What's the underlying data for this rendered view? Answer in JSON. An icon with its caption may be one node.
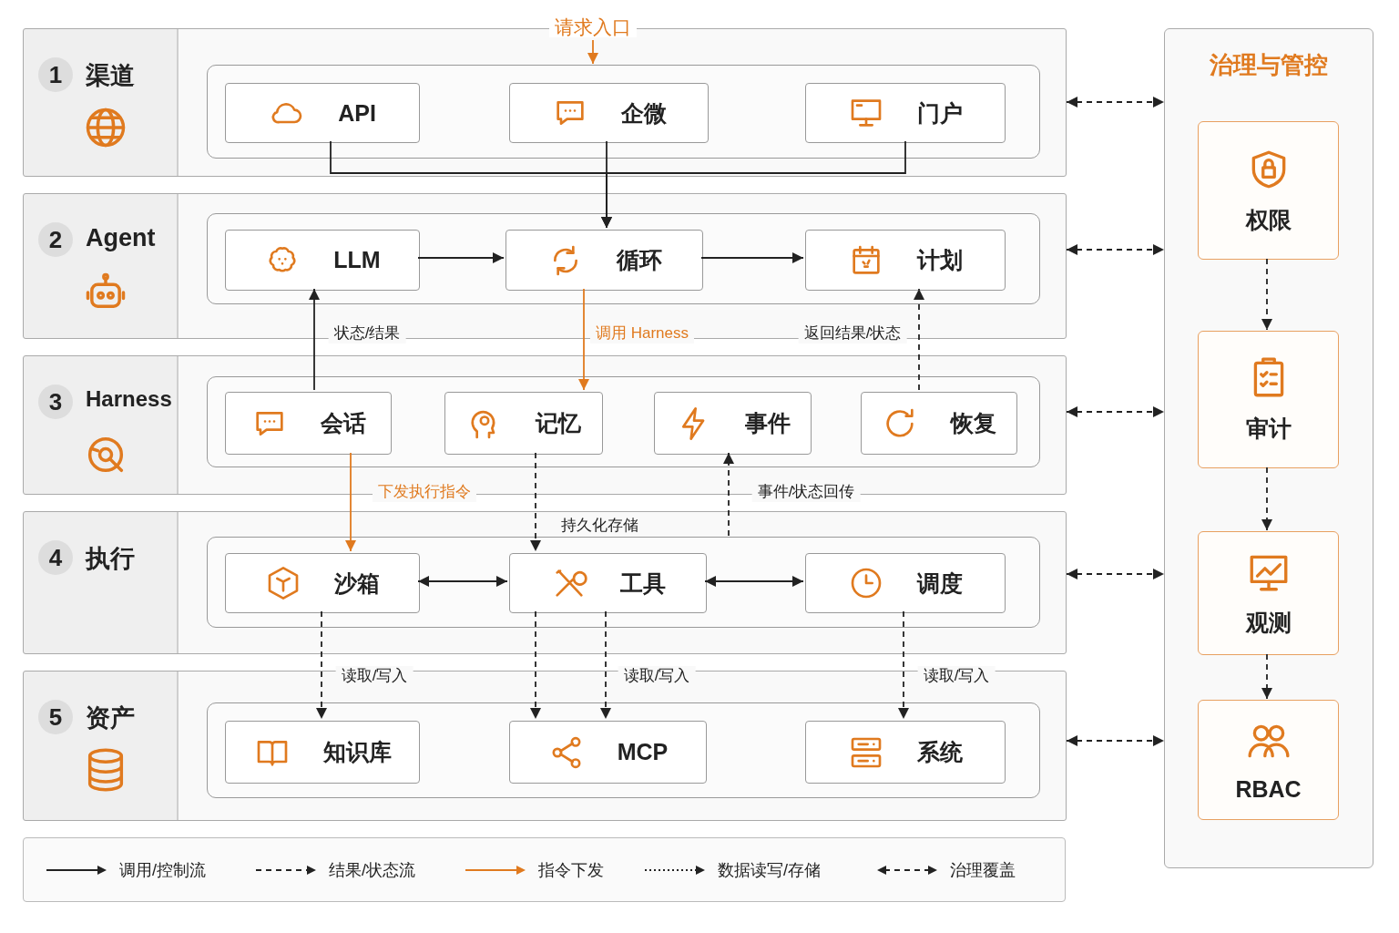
{
  "diagram": {
    "nodes": [
      {
        "text": [
          "1",
          "渠道"
        ]
      },
      {
        "text": [],
        "shape": "box",
        "in": 0
      },
      {
        "text": [
          "API"
        ],
        "in": 1
      },
      {
        "text": [
          "企微"
        ],
        "in": 1
      },
      {
        "text": [
          "门户"
        ],
        "in": 1
      },
      {
        "text": [
          "2",
          "Agent"
        ]
      },
      {
        "text": [],
        "shape": "box",
        "in": 5
      },
      {
        "text": [
          "LLM"
        ],
        "in": 6
      },
      {
        "text": [
          "循环"
        ],
        "in": 6
      },
      {
        "text": [
          "计划"
        ],
        "in": 6
      },
      {
        "text": [
          "3",
          "Harness"
        ]
      },
      {
        "text": [],
        "shape": "box",
        "in": 10
      },
      {
        "text": [
          "会话"
        ],
        "in": 11
      },
      {
        "text": [
          "记忆"
        ],
        "in": 11
      },
      {
        "text": [
          "事件"
        ],
        "in": 11
      },
      {
        "text": [
          "恢复"
        ],
        "in": 11
      },
      {
        "text": [
          "4",
          "执行"
        ]
      },
      {
        "text": [],
        "shape": "box",
        "in": 16
      },
      {
        "text": [
          "沙箱"
        ],
        "in": 17
      },
      {
        "text": [
          "工具"
        ],
        "in": 17
      },
      {
        "text": [
          "调度"
        ],
        "in": 17
      },
      {
        "text": [
          "5",
          "资产"
        ]
      },
      {
        "text": [],
        "shape": "box",
        "in": 21
      },
      {
        "text": [
          "知识库"
        ],
        "in": 22
      },
      {
        "text": [
          "MCP"
        ],
        "in": 22
      },
      {
        "text": [
          "系统"
        ],
        "in": 22
      },
      {
        "text": [
          "治理与管控"
        ]
      },
      {
        "text": [
          "权限"
        ],
        "in": 26
      },
      {
        "text": [
          "审计"
        ],
        "in": 26
      },
      {
        "text": [
          "观测"
        ],
        "in": 26
      },
      {
        "text": [
          "RBAC"
        ],
        "in": 26
      }
    ],
    "edges": [
      {
        "from": null,
        "to": 1,
        "arrow": "to",
        "label": "请求入口",
        "color": "#e07a1f"
      },
      {
        "from": 2,
        "to": 8,
        "arrow": "to"
      },
      {
        "from": 3,
        "to": 8,
        "arrow": "to"
      },
      {
        "from": 4,
        "to": 8,
        "arrow": "to"
      },
      {
        "from": 7,
        "to": 8,
        "arrow": "to"
      },
      {
        "from": 8,
        "to": 9,
        "arrow": "to"
      },
      {
        "from": 12,
        "to": 7,
        "arrow": "to",
        "label": "状态/结果"
      },
      {
        "from": 8,
        "to": 13,
        "arrow": "to",
        "label": "调用 Harness",
        "color": "#e07a1f"
      },
      {
        "from": 15,
        "to": 9,
        "arrow": "to",
        "label": "返回结果/状态",
        "style": "dashed"
      },
      {
        "from": 12,
        "to": 18,
        "arrow": "to",
        "label": "下发执行指令",
        "color": "#e07a1f"
      },
      {
        "from": 13,
        "to": 19,
        "arrow": "to",
        "label": "持久化存储",
        "style": "dashed"
      },
      {
        "from": 17,
        "to": 14,
        "arrow": "to",
        "label": "事件/状态回传",
        "style": "dashed"
      },
      {
        "from": 18,
        "to": 19,
        "arrow": "both"
      },
      {
        "from": 19,
        "to": 20,
        "arrow": "both"
      },
      {
        "from": 18,
        "to": 23,
        "arrow": "to",
        "label": "读取/写入",
        "style": "dashed"
      },
      {
        "from": 19,
        "to": 24,
        "arrow": "to",
        "style": "dashed"
      },
      {
        "from": 19,
        "to": 24,
        "arrow": "to",
        "label": "读取/写入",
        "style": "dashed"
      },
      {
        "from": 20,
        "to": 25,
        "arrow": "to",
        "label": "读取/写入",
        "style": "dashed"
      },
      {
        "from": 0,
        "to": 26,
        "arrow": "both",
        "style": "dashed"
      },
      {
        "from": 5,
        "to": 26,
        "arrow": "both",
        "style": "dashed"
      },
      {
        "from": 10,
        "to": 26,
        "arrow": "both",
        "style": "dashed"
      },
      {
        "from": 16,
        "to": 26,
        "arrow": "both",
        "style": "dashed"
      },
      {
        "from": 21,
        "to": 26,
        "arrow": "both",
        "style": "dashed"
      },
      {
        "from": 27,
        "to": 28,
        "arrow": "to",
        "style": "dashed"
      },
      {
        "from": 28,
        "to": 29,
        "arrow": "to",
        "style": "dashed"
      },
      {
        "from": 29,
        "to": 30,
        "arrow": "to",
        "style": "dashed"
      }
    ],
    "legend": [
      {
        "text": "调用/控制流"
      },
      {
        "text": "结果/状态流"
      },
      {
        "text": "指令下发"
      },
      {
        "text": "数据读写/存储"
      },
      {
        "text": "治理覆盖"
      }
    ]
  }
}
